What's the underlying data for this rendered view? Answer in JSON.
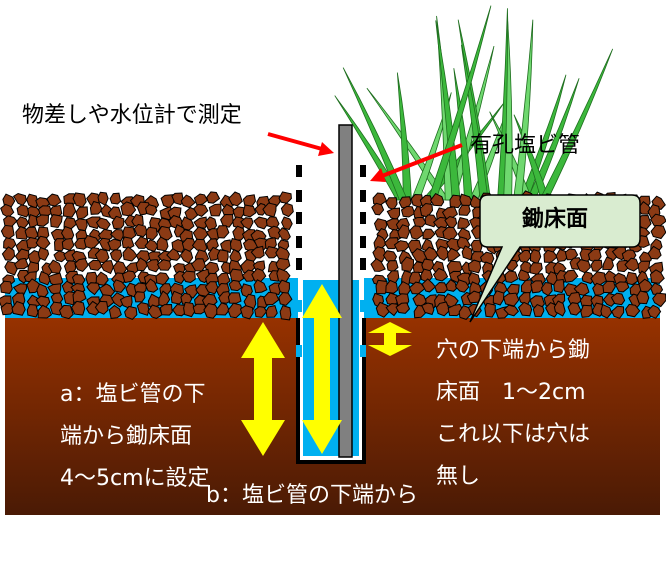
{
  "labels": {
    "measure": "物差しや水位計で測定",
    "pipe": "有孔塩ビ管",
    "callout": "鋤床面",
    "a_line1": "a：塩ビ管の下",
    "a_line2": "端から鋤床面",
    "a_line3": "4〜5cmに設定",
    "hole_line1": "穴の下端から鋤",
    "hole_line2": "床面　1〜2cm",
    "hole_line3": "これ以下は穴は",
    "hole_line4": "無し",
    "b_line": "b：塩ビ管の下端から"
  },
  "colors": {
    "subsoil_top": "#983200",
    "subsoil_bottom": "#4a1a05",
    "clod": "#8b3a14",
    "water": "#00b0f0",
    "arrow": "#ffff00",
    "pointer": "#ff0000",
    "callout_fill": "#d9ecd0",
    "leaf": "#3cb83c"
  }
}
